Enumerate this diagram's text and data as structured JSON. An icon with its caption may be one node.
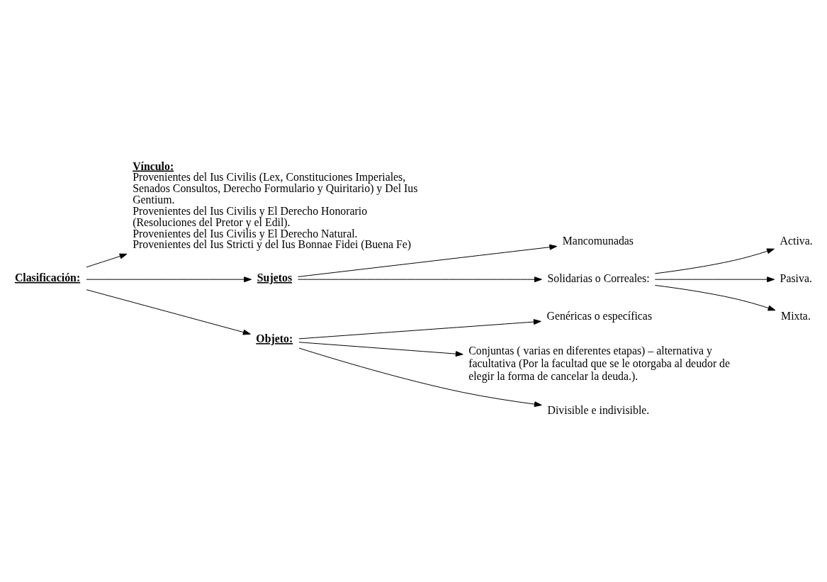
{
  "diagram": {
    "nodes": [
      {
        "text": [
          "Clasificación:"
        ]
      },
      {
        "text": [
          "Vínculo:",
          "Provenientes del Ius Civilis (Lex, Constituciones Imperiales, Senados Consultos, Derecho Formulario y Quiritario) y Del Ius Gentium.",
          "Provenientes del Ius Civilis y El Derecho Honorario (Resoluciones del Pretor y el Edil).",
          "Provenientes del Ius Civilis y El Derecho Natural.",
          "Provenientes del Ius Stricti y del Ius Bonnae Fidei (Buena Fe)"
        ]
      },
      {
        "text": [
          "Sujetos"
        ]
      },
      {
        "text": [
          "Objeto:"
        ]
      },
      {
        "text": [
          "Mancomunadas"
        ]
      },
      {
        "text": [
          "Solidarias o Correales:"
        ]
      },
      {
        "text": [
          "Activa."
        ]
      },
      {
        "text": [
          "Pasiva."
        ]
      },
      {
        "text": [
          "Mixta."
        ]
      },
      {
        "text": [
          "Genéricas o específicas"
        ]
      },
      {
        "text": [
          "Conjuntas ( varias en diferentes etapas) – alternativa y facultativa (Por la facultad que se le otorgaba al deudor de elegir la forma de cancelar la deuda.)."
        ]
      },
      {
        "text": [
          "Divisible e indivisible."
        ]
      }
    ],
    "edges": [
      {
        "from": 0,
        "to": 1,
        "arrow": "to"
      },
      {
        "from": 0,
        "to": 2,
        "arrow": "to"
      },
      {
        "from": 0,
        "to": 3,
        "arrow": "to"
      },
      {
        "from": 2,
        "to": 4,
        "arrow": "to"
      },
      {
        "from": 2,
        "to": 5,
        "arrow": "to"
      },
      {
        "from": 5,
        "to": 6,
        "arrow": "to"
      },
      {
        "from": 5,
        "to": 7,
        "arrow": "to"
      },
      {
        "from": 5,
        "to": 8,
        "arrow": "to"
      },
      {
        "from": 3,
        "to": 9,
        "arrow": "to"
      },
      {
        "from": 3,
        "to": 10,
        "arrow": "to"
      },
      {
        "from": 3,
        "to": 11,
        "arrow": "to"
      }
    ]
  }
}
